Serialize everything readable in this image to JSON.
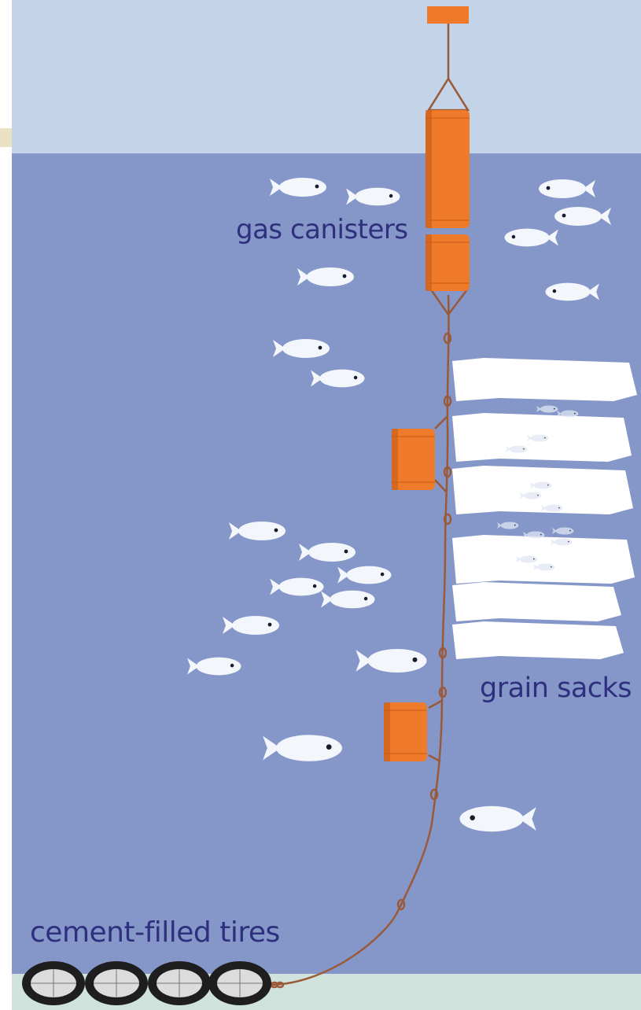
{
  "labels": {
    "gas_canisters": "gas canisters",
    "grain_sacks": "grain sacks",
    "cement_filled_tires": "cement-filled tires"
  },
  "colors": {
    "sky": "#c3d3e8",
    "sea": "#8596c8",
    "seabed": "#cfe2dc",
    "canister": "#ee7a2a",
    "canister_dark": "#c65a16",
    "rope": "#9a5a3a",
    "label_text": "#2e2f7d",
    "fish": "#f3f6fb",
    "sack": "#ffffff",
    "tire": "#1e1e1e",
    "side_tab": "#e8e1c4"
  },
  "icons": {
    "fish": "fish-icon",
    "canister": "canister-icon",
    "tire": "tire-icon",
    "sack": "grain-sack-icon"
  }
}
